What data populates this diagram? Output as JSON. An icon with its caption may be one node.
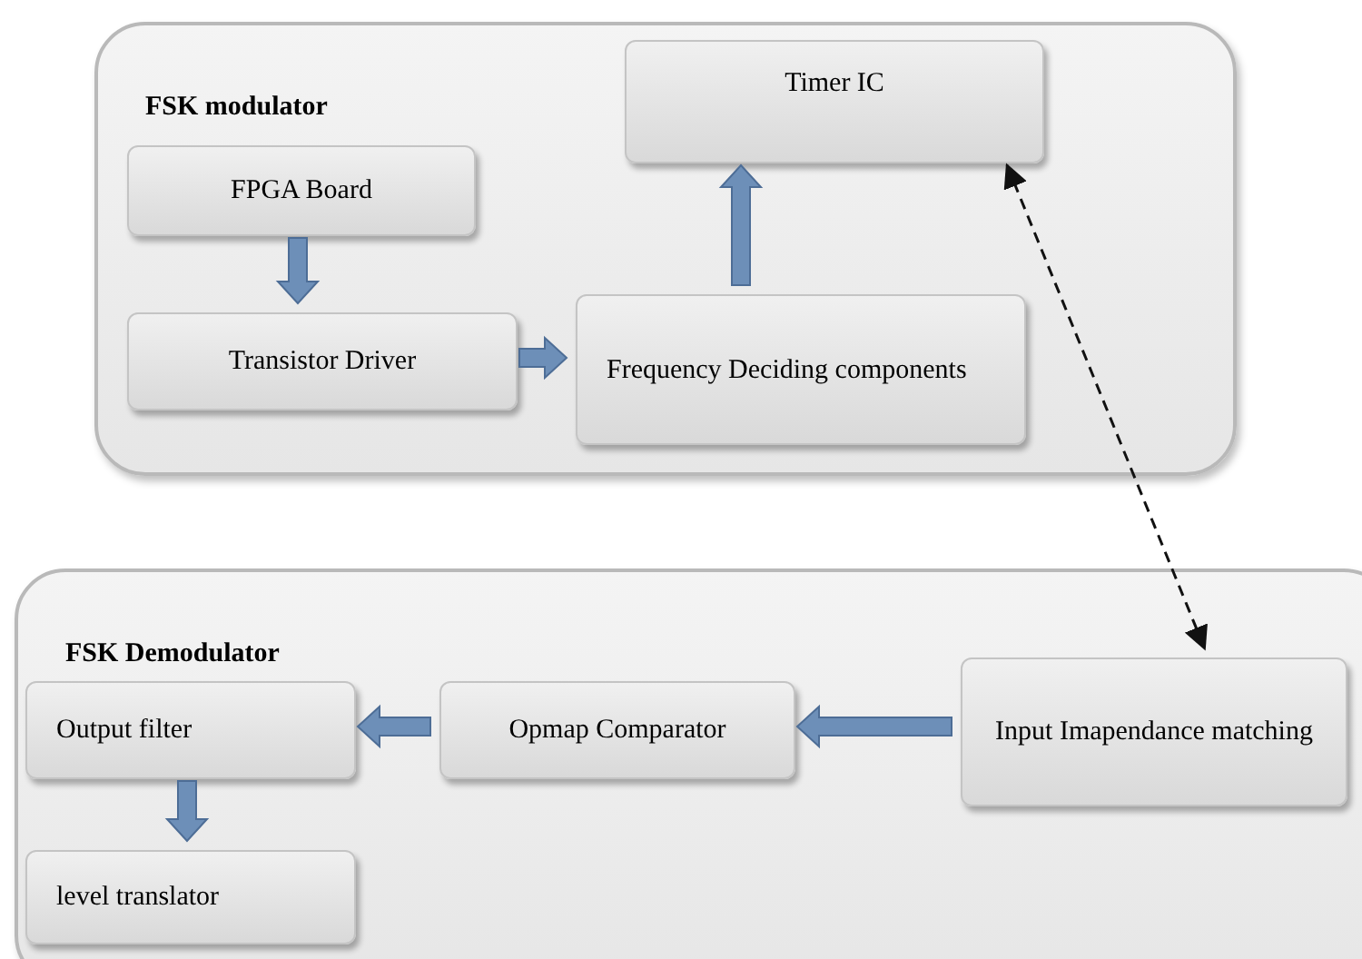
{
  "diagram": {
    "nodes": [
      {
        "text": [
          "FSK modulator"
        ]
      },
      {
        "text": [
          "Timer IC"
        ],
        "in": 0
      },
      {
        "text": [
          "FPGA Board"
        ],
        "in": 0
      },
      {
        "text": [
          "Transistor Driver"
        ],
        "in": 0
      },
      {
        "text": [
          "Frequency Deciding components"
        ],
        "in": 0
      },
      {
        "text": [
          "FSK Demodulator"
        ]
      },
      {
        "text": [
          "Output filter"
        ],
        "in": 5
      },
      {
        "text": [
          "Opmap Comparator"
        ],
        "in": 5
      },
      {
        "text": [
          "Input Imapendance matching"
        ],
        "in": 5
      },
      {
        "text": [
          "level translator"
        ],
        "in": 5
      }
    ],
    "edges": [
      {
        "from": 2,
        "to": 3,
        "arrow": "to"
      },
      {
        "from": 3,
        "to": 4,
        "arrow": "to"
      },
      {
        "from": 4,
        "to": 1,
        "arrow": "to"
      },
      {
        "from": 1,
        "to": 8,
        "arrow": "both",
        "style": "dashed"
      },
      {
        "from": 8,
        "to": 7,
        "arrow": "to"
      },
      {
        "from": 7,
        "to": 6,
        "arrow": "to"
      },
      {
        "from": 6,
        "to": 9,
        "arrow": "to"
      }
    ]
  }
}
